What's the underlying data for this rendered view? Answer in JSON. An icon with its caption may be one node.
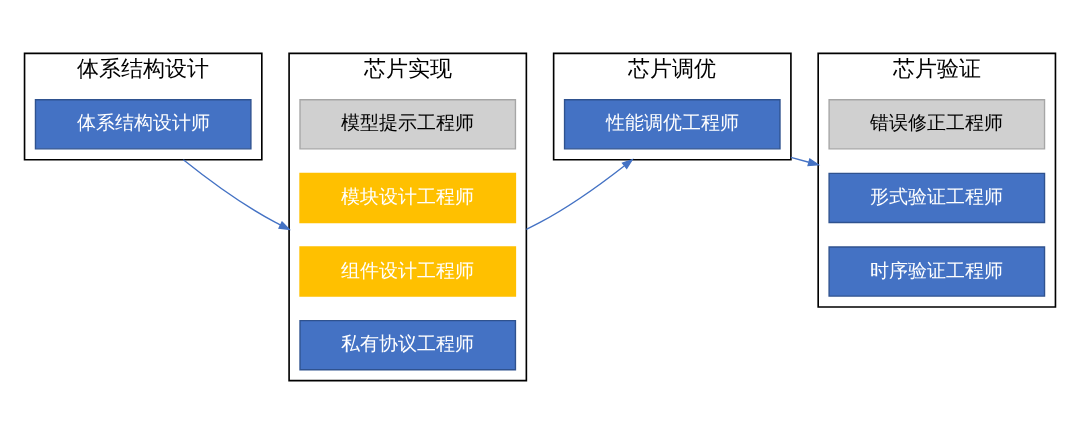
{
  "diagram": {
    "nodes": [
      {
        "text": [
          "体系结构设计"
        ]
      },
      {
        "text": [
          "体系结构设计师"
        ],
        "in": 0
      },
      {
        "text": [
          "芯片实现"
        ]
      },
      {
        "text": [
          "模型提示工程师"
        ],
        "in": 2
      },
      {
        "text": [
          "模块设计工程师"
        ],
        "in": 2
      },
      {
        "text": [
          "组件设计工程师"
        ],
        "in": 2
      },
      {
        "text": [
          "私有协议工程师"
        ],
        "in": 2
      },
      {
        "text": [
          "芯片调优"
        ]
      },
      {
        "text": [
          "性能调优工程师"
        ],
        "in": 7
      },
      {
        "text": [
          "芯片验证"
        ]
      },
      {
        "text": [
          "错误修正工程师"
        ],
        "in": 9
      },
      {
        "text": [
          "形式验证工程师"
        ],
        "in": 9
      },
      {
        "text": [
          "时序验证工程师"
        ],
        "in": 9
      }
    ],
    "edges": [
      {
        "from": 0,
        "to": 2,
        "arrow": "to"
      },
      {
        "from": 2,
        "to": 7,
        "arrow": "to"
      },
      {
        "from": 7,
        "to": 9,
        "arrow": "to"
      }
    ]
  }
}
